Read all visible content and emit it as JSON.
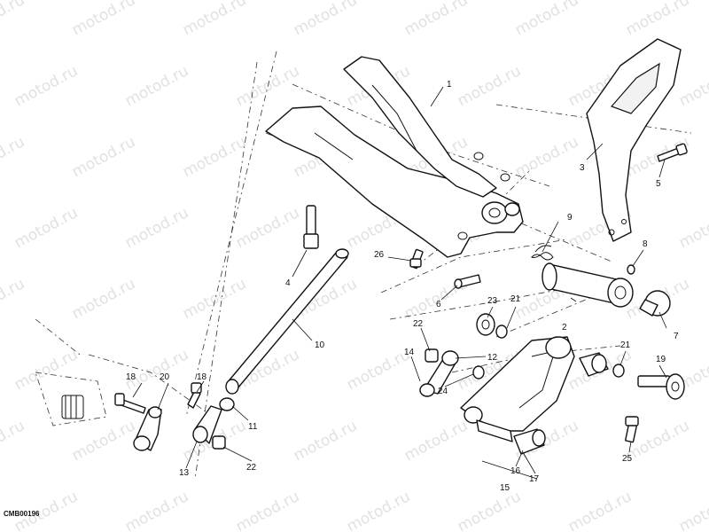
{
  "watermark": "motod.ru",
  "drawing_code": "CMB00196",
  "callouts": [
    "1",
    "2",
    "3",
    "4",
    "5",
    "6",
    "7",
    "8",
    "9",
    "10",
    "11",
    "12",
    "13",
    "14",
    "15",
    "16",
    "17",
    "18",
    "18",
    "19",
    "20",
    "21",
    "21",
    "22",
    "22",
    "23",
    "24",
    "25",
    "26"
  ]
}
